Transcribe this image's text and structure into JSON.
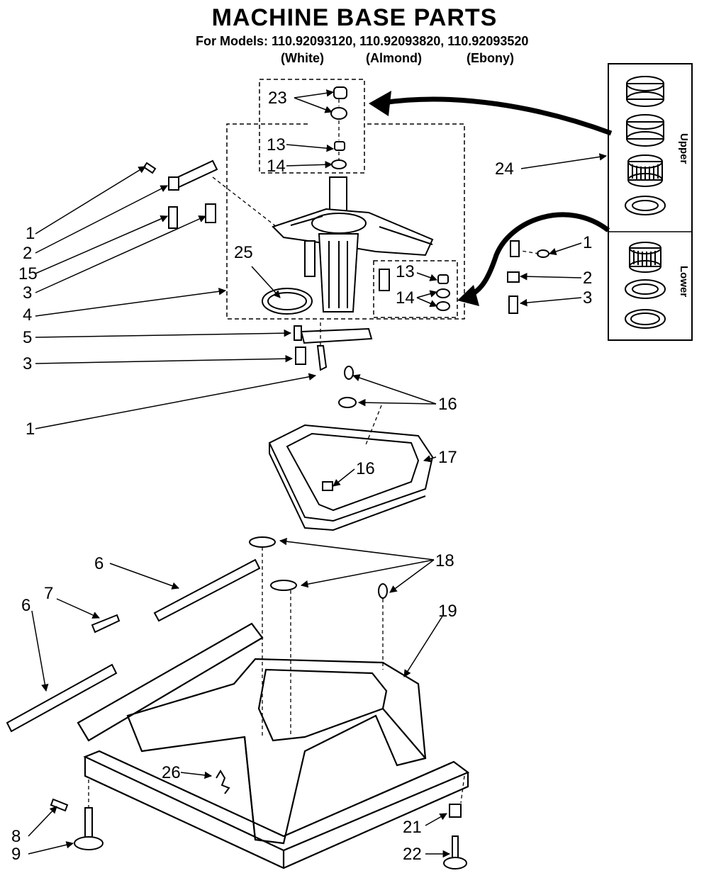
{
  "title": "MACHINE BASE PARTS",
  "models_line": "For Models: 110.92093120, 110.92093820, 110.92093520",
  "variants": [
    "(White)",
    "(Almond)",
    "(Ebony)"
  ],
  "kit_labels": {
    "upper": "Upper",
    "lower": "Lower"
  },
  "callouts": [
    "23",
    "13",
    "14",
    "24",
    "1",
    "2",
    "15",
    "3",
    "4",
    "25",
    "13",
    "14",
    "1",
    "2",
    "3",
    "5",
    "3",
    "1",
    "16",
    "17",
    "16",
    "6",
    "18",
    "7",
    "6",
    "19",
    "26",
    "8",
    "21",
    "9",
    "22"
  ]
}
